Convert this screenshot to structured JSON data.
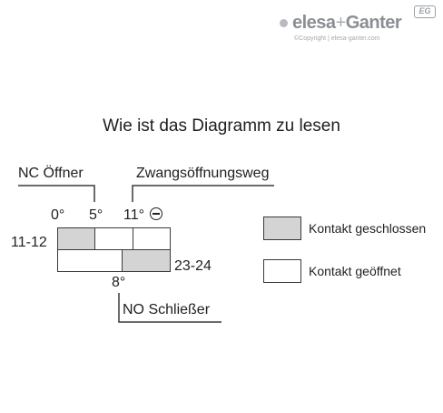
{
  "brand": {
    "name_part1": "elesa",
    "plus": "+",
    "name_part2": "Ganter",
    "badge": "EG",
    "copyright": "©Copyright | elesa-ganter.com"
  },
  "title": "Wie ist das Diagramm zu lesen",
  "diagram": {
    "nc_label": "NC Öffner",
    "forced_label": "Zwangsöffnungsweg",
    "angles": {
      "a0": "0°",
      "a5": "5°",
      "a11": "11°",
      "a8": "8°"
    },
    "contact_top": "11-12",
    "contact_bottom": "23-24",
    "no_label": "NO Schließer"
  },
  "legend": {
    "closed_label": "Kontakt geschlossen",
    "open_label": "Kontakt geöffnet"
  },
  "colors": {
    "closed_fill": "#d4d4d4",
    "open_fill": "#ffffff",
    "line": "#3a3a3a"
  }
}
